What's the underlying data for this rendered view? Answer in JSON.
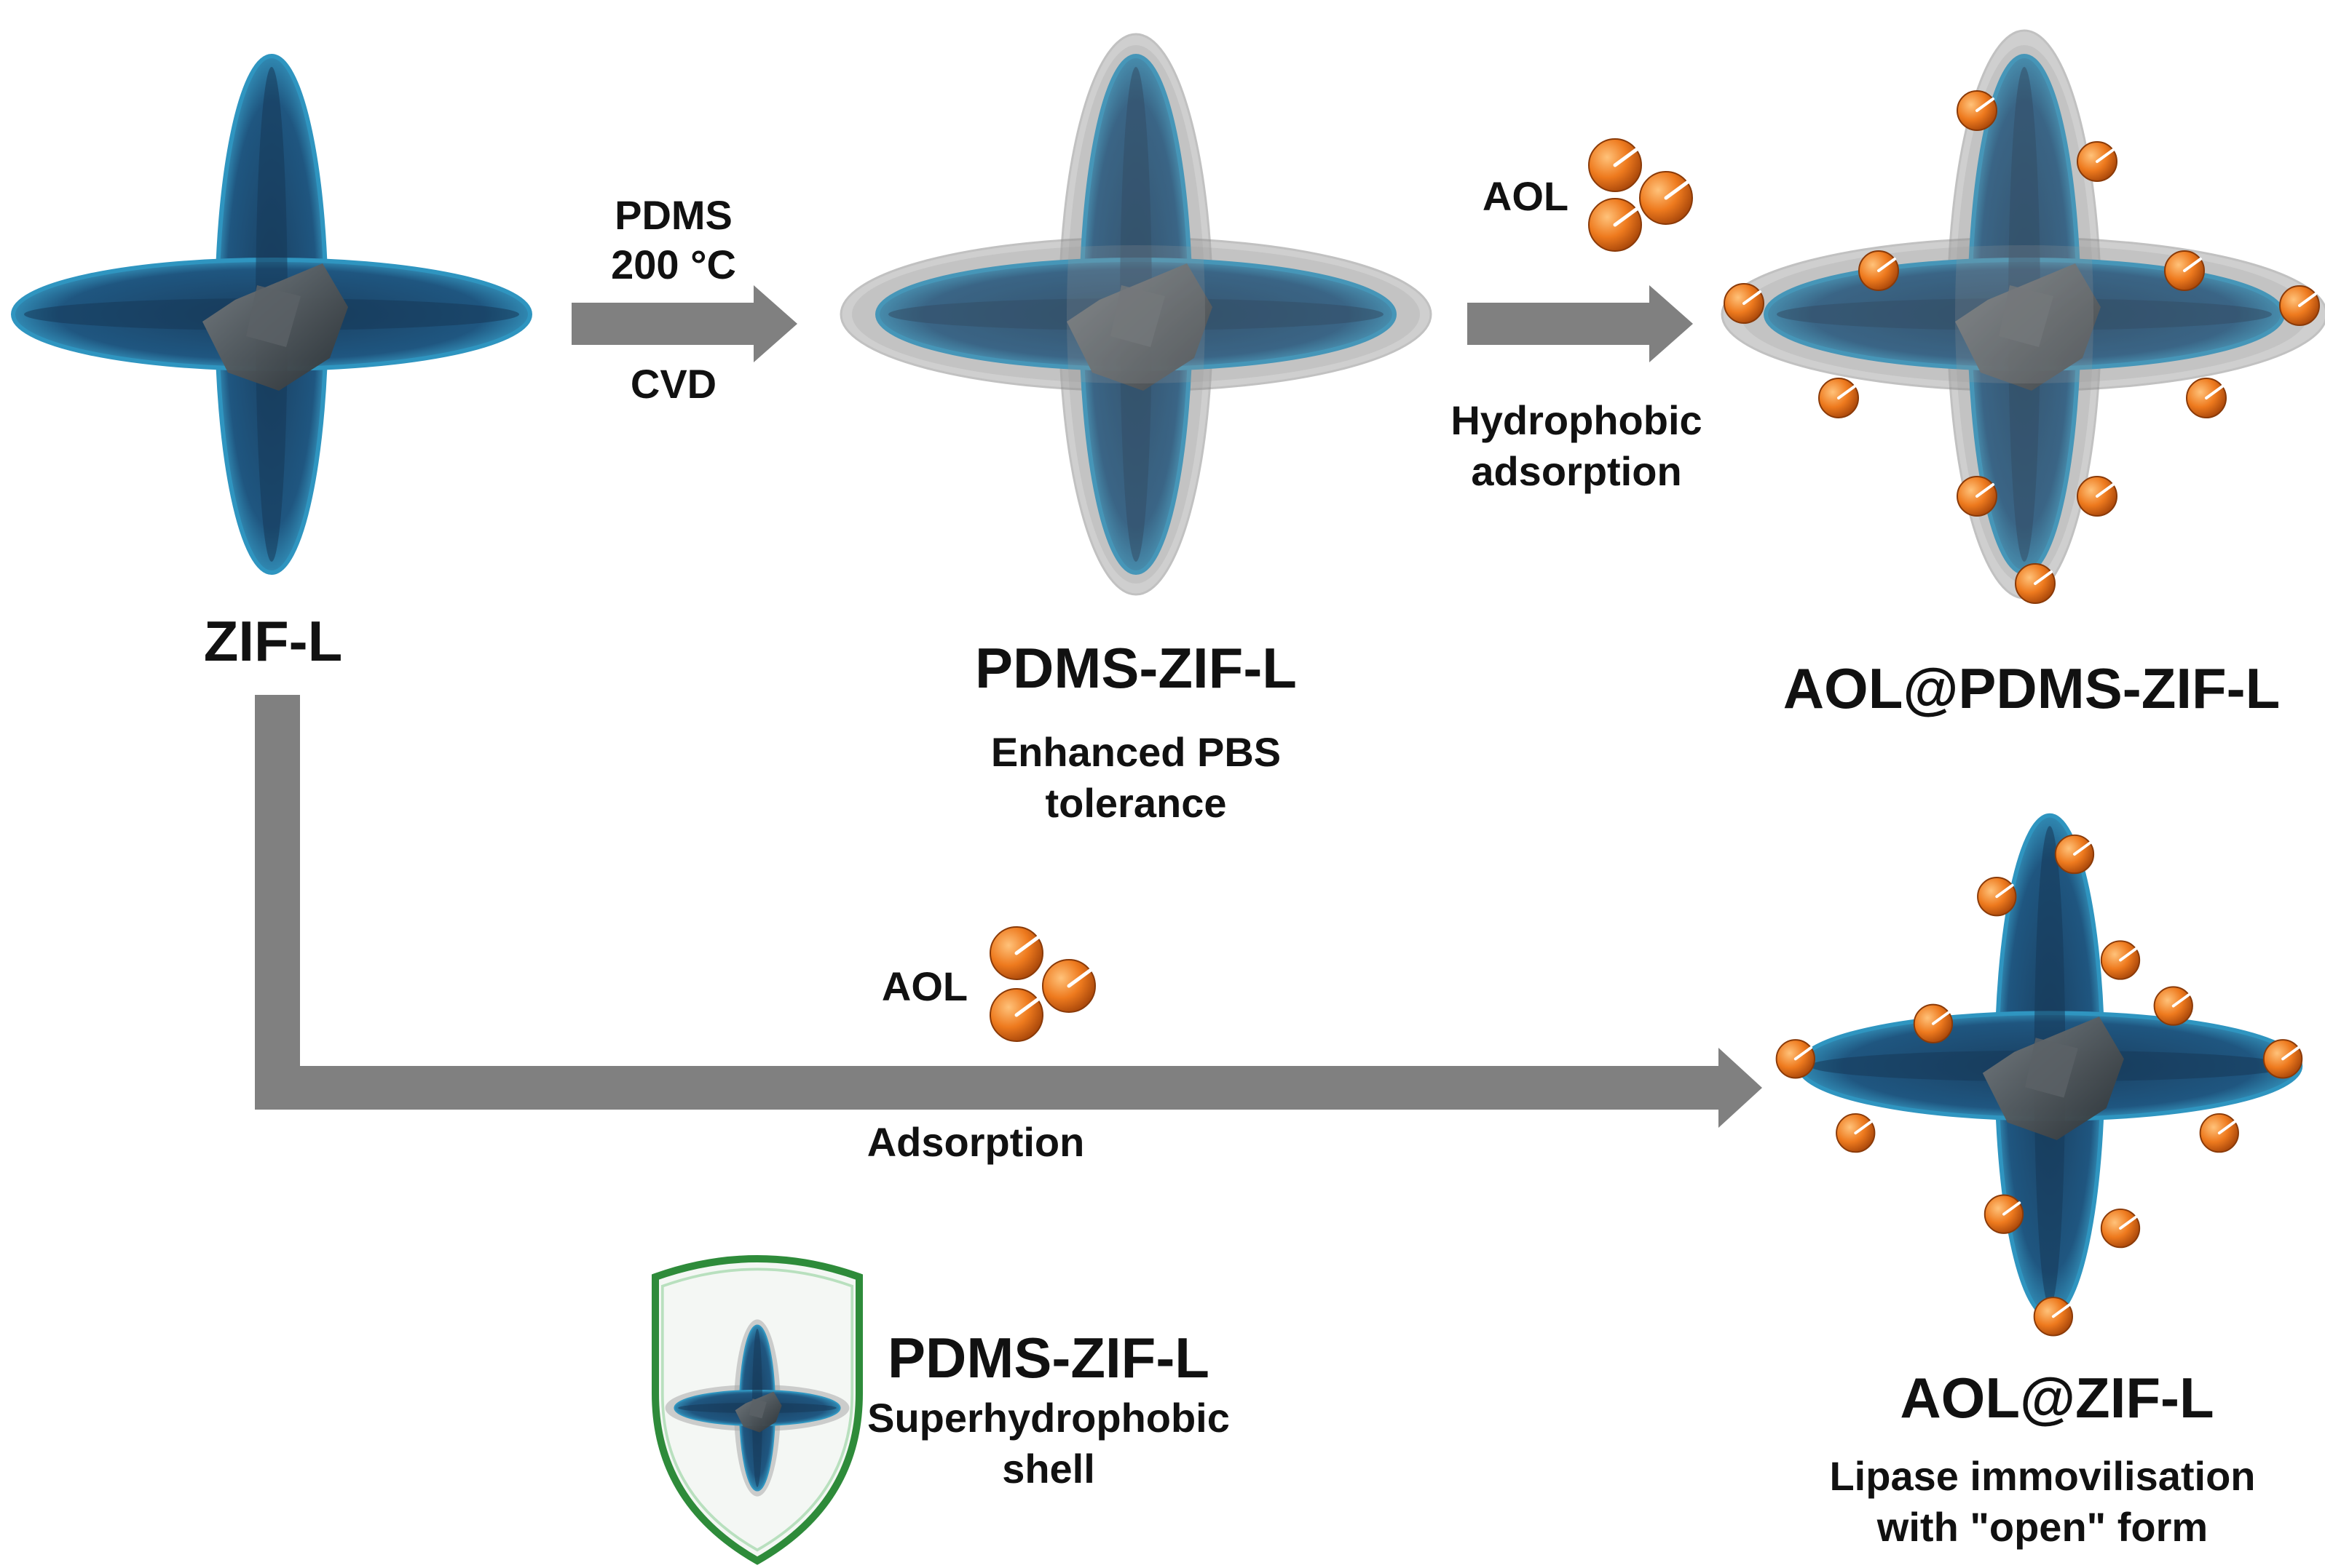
{
  "colors": {
    "leaf_dark": "#1d4a6e",
    "leaf_light": "#3aa6cf",
    "core": "#3e4448",
    "pdms_shell": "#a9a9a9",
    "arrow": "#808080",
    "enzyme": "#ee7a1e",
    "shield_border": "#2e8b3a"
  },
  "icons": {
    "zif_l": "four-leaf-crystal-icon",
    "enzyme": "enzyme-sphere-icon",
    "shield": "shield-icon"
  },
  "structures": {
    "zif_l": {
      "label": "ZIF-L"
    },
    "pdms_zif_l": {
      "label": "PDMS-ZIF-L",
      "note": [
        "Enhanced PBS",
        "tolerance"
      ]
    },
    "aol_pdms_zif_l": {
      "label": "AOL@PDMS-ZIF-L"
    },
    "aol_zif_l": {
      "label": "AOL@ZIF-L",
      "note": [
        "Lipase immovilisation",
        "with \"open\" form"
      ]
    }
  },
  "steps": {
    "cvd": {
      "top": [
        "PDMS",
        "200 °C"
      ],
      "bottom": "CVD"
    },
    "hydrophobic": {
      "reagent": "AOL",
      "bottom": [
        "Hydrophobic",
        "adsorption"
      ]
    },
    "adsorption": {
      "reagent": "AOL",
      "bottom": "Adsorption"
    }
  },
  "legend": {
    "title": "PDMS-ZIF-L",
    "lines": [
      "Superhydrophobic",
      "shell"
    ]
  }
}
